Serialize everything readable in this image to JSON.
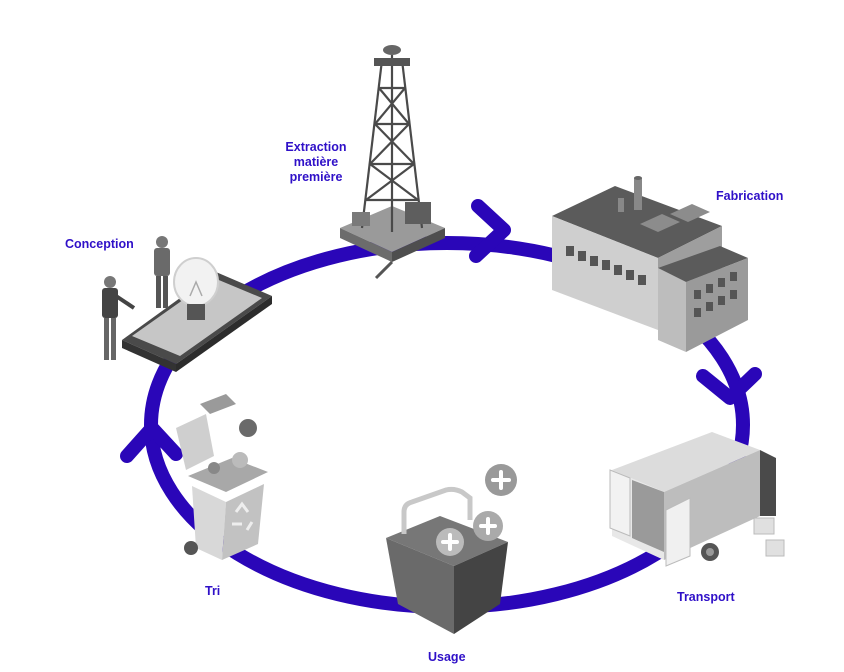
{
  "cycle": {
    "stages": {
      "extraction": "Extraction matière première",
      "fabrication": "Fabrication",
      "transport": "Transport",
      "usage": "Usage",
      "tri": "Tri",
      "conception": "Conception"
    },
    "colors": {
      "ring": "#2a06b8",
      "label": "#2f10c8",
      "illustration_dark": "#4a4a4a",
      "illustration_mid": "#8a8a8a",
      "illustration_light": "#d0d0d0"
    },
    "icons": [
      "oil-derrick-icon",
      "factory-icon",
      "truck-icon",
      "shopping-basket-icon",
      "recycling-bin-icon",
      "lightbulb-tablet-icon"
    ]
  }
}
